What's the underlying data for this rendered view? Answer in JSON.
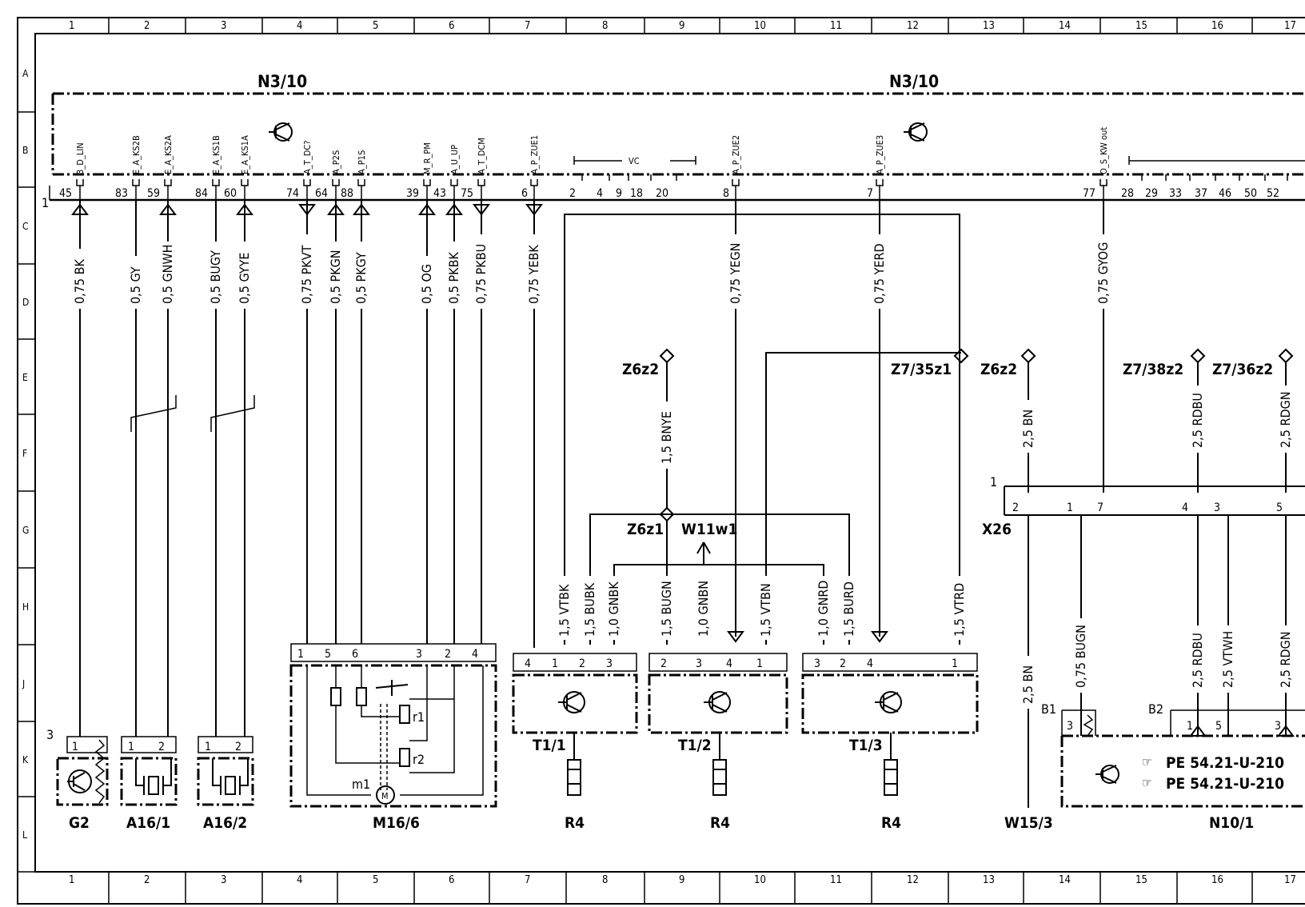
{
  "frame": {
    "columns": [
      "1",
      "2",
      "3",
      "4",
      "5",
      "6",
      "7",
      "8",
      "9",
      "10",
      "11",
      "12",
      "13",
      "14",
      "15",
      "16",
      "17"
    ],
    "rows": [
      "A",
      "B",
      "C",
      "D",
      "E",
      "F",
      "G",
      "H",
      "J",
      "K",
      "L"
    ]
  },
  "module_labels": {
    "left": "N3/10",
    "right": "N3/10"
  },
  "harness_no": "1",
  "x26_line_no": "1",
  "connector_pins": [
    "45",
    "83",
    "59",
    "84",
    "60",
    "74",
    "64",
    "88",
    "39",
    "43",
    "75",
    "6",
    "2",
    "4",
    "9",
    "18",
    "20",
    "8",
    "7",
    "77",
    "28",
    "29",
    "33",
    "37",
    "46",
    "50",
    "52"
  ],
  "vc_label": "VC",
  "signals": [
    "3_D_LIN",
    "E_A_KS2B",
    "E_A_KS2A",
    "E_A_KS1B",
    "E_A_KS1A",
    "A_T_DC?",
    "A_P2S",
    "A_P1S",
    "M_R_PM",
    "A_U_UP",
    "A_T_DCM",
    "A_P_ZUE1",
    "A_P_ZUE2",
    "A_P_ZUE3",
    "O_S_KW out"
  ],
  "wires": {
    "w45": "0,75 BK",
    "w83": "0,5 GY",
    "w59": "0,5 GNWH",
    "w84": "0,5 BUGY",
    "w60": "0,5 GYYE",
    "w74": "0,75 PKVT",
    "w64": "0,5 PKGN",
    "w88": "0,5 PKGY",
    "w39": "0,5 OG",
    "w43": "0,5 PKBK",
    "w75": "0,75 PKBU",
    "w6": "0,75 YEBK",
    "w8": "0,75 YEGN",
    "w7": "0,75 YERD",
    "w77": "0,75 GYOG",
    "bnye": "1,5 BNYE",
    "t1_vtbk": "1,5 VTBK",
    "t1_bubk": "1,5 BUBK",
    "t1_gnbk": "1,0 GNBK",
    "t2_bugn": "1,5 BUGN",
    "t2_gnbn": "1,0 GNBN",
    "t2_vtbn": "1,5 VTBN",
    "t3_gnrd": "1,0 GNRD",
    "t3_burd": "1,5 BURD",
    "t3_vtrd": "1,5 VTRD",
    "x26_bn_top": "2,5 BN",
    "x26_rdbu_top": "2,5 RDBU",
    "x26_rdgn_top": "2,5 RDGN",
    "x26_bn_bot": "2,5 BN",
    "x26_bugn": "0,75 BUGN",
    "x26_rdbu_bot": "2,5 RDBU",
    "x26_vtwh": "2,5 VTWH",
    "x26_rdgn_bot": "2,5 RDGN"
  },
  "components": {
    "g2": "G2",
    "g2_pin": "3",
    "a16_1": "A16/1",
    "a16_2": "A16/2",
    "m16_6": "M16/6",
    "m1": "m1",
    "r1": "r1",
    "r2": "r2",
    "t1_1": "T1/1",
    "t1_2": "T1/2",
    "t1_3": "T1/3",
    "r4": "R4",
    "z6z2a": "Z6z2",
    "z6z2b": "Z6z2",
    "z6z1": "Z6z1",
    "w11w1": "W11w1",
    "z7_35": "Z7/35z1",
    "z7_38": "Z7/38z2",
    "z7_36": "Z7/36z2",
    "x26": "X26",
    "w15_3": "W15/3",
    "n10_1": "N10/1",
    "b1": "B1",
    "b2": "B2"
  },
  "small_pins": {
    "g2": [
      "1"
    ],
    "a16_1": [
      "1",
      "2"
    ],
    "a16_2": [
      "1",
      "2"
    ],
    "m16_6": [
      "1",
      "5",
      "6",
      "3",
      "2",
      "4"
    ],
    "t1_1": [
      "4",
      "1",
      "2",
      "3"
    ],
    "t1_2": [
      "2",
      "3",
      "4",
      "1"
    ],
    "t1_3": [
      "3",
      "2",
      "4",
      "1"
    ],
    "x26": [
      "2",
      "1",
      "7",
      "4",
      "3",
      "5"
    ],
    "n10": [
      "3",
      "1",
      "5",
      "3"
    ]
  },
  "refs": [
    "PE  54.21-U-210",
    "PE  54.21-U-210"
  ]
}
